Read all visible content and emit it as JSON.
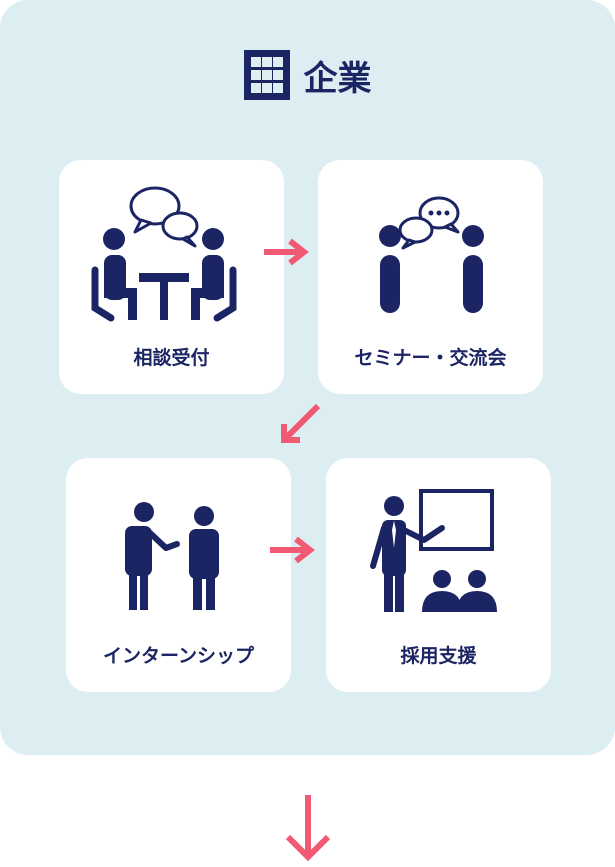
{
  "header": {
    "title": "企業",
    "icon": "building-icon"
  },
  "colors": {
    "navy": "#1c2563",
    "accent": "#f25a73",
    "panel": "#ddeef3"
  },
  "cards": [
    {
      "label": "相談受付",
      "icon": "consultation-icon"
    },
    {
      "label": "セミナー・交流会",
      "icon": "seminar-icon"
    },
    {
      "label": "インターンシップ",
      "icon": "internship-icon"
    },
    {
      "label": "採用支援",
      "icon": "presentation-icon"
    }
  ]
}
